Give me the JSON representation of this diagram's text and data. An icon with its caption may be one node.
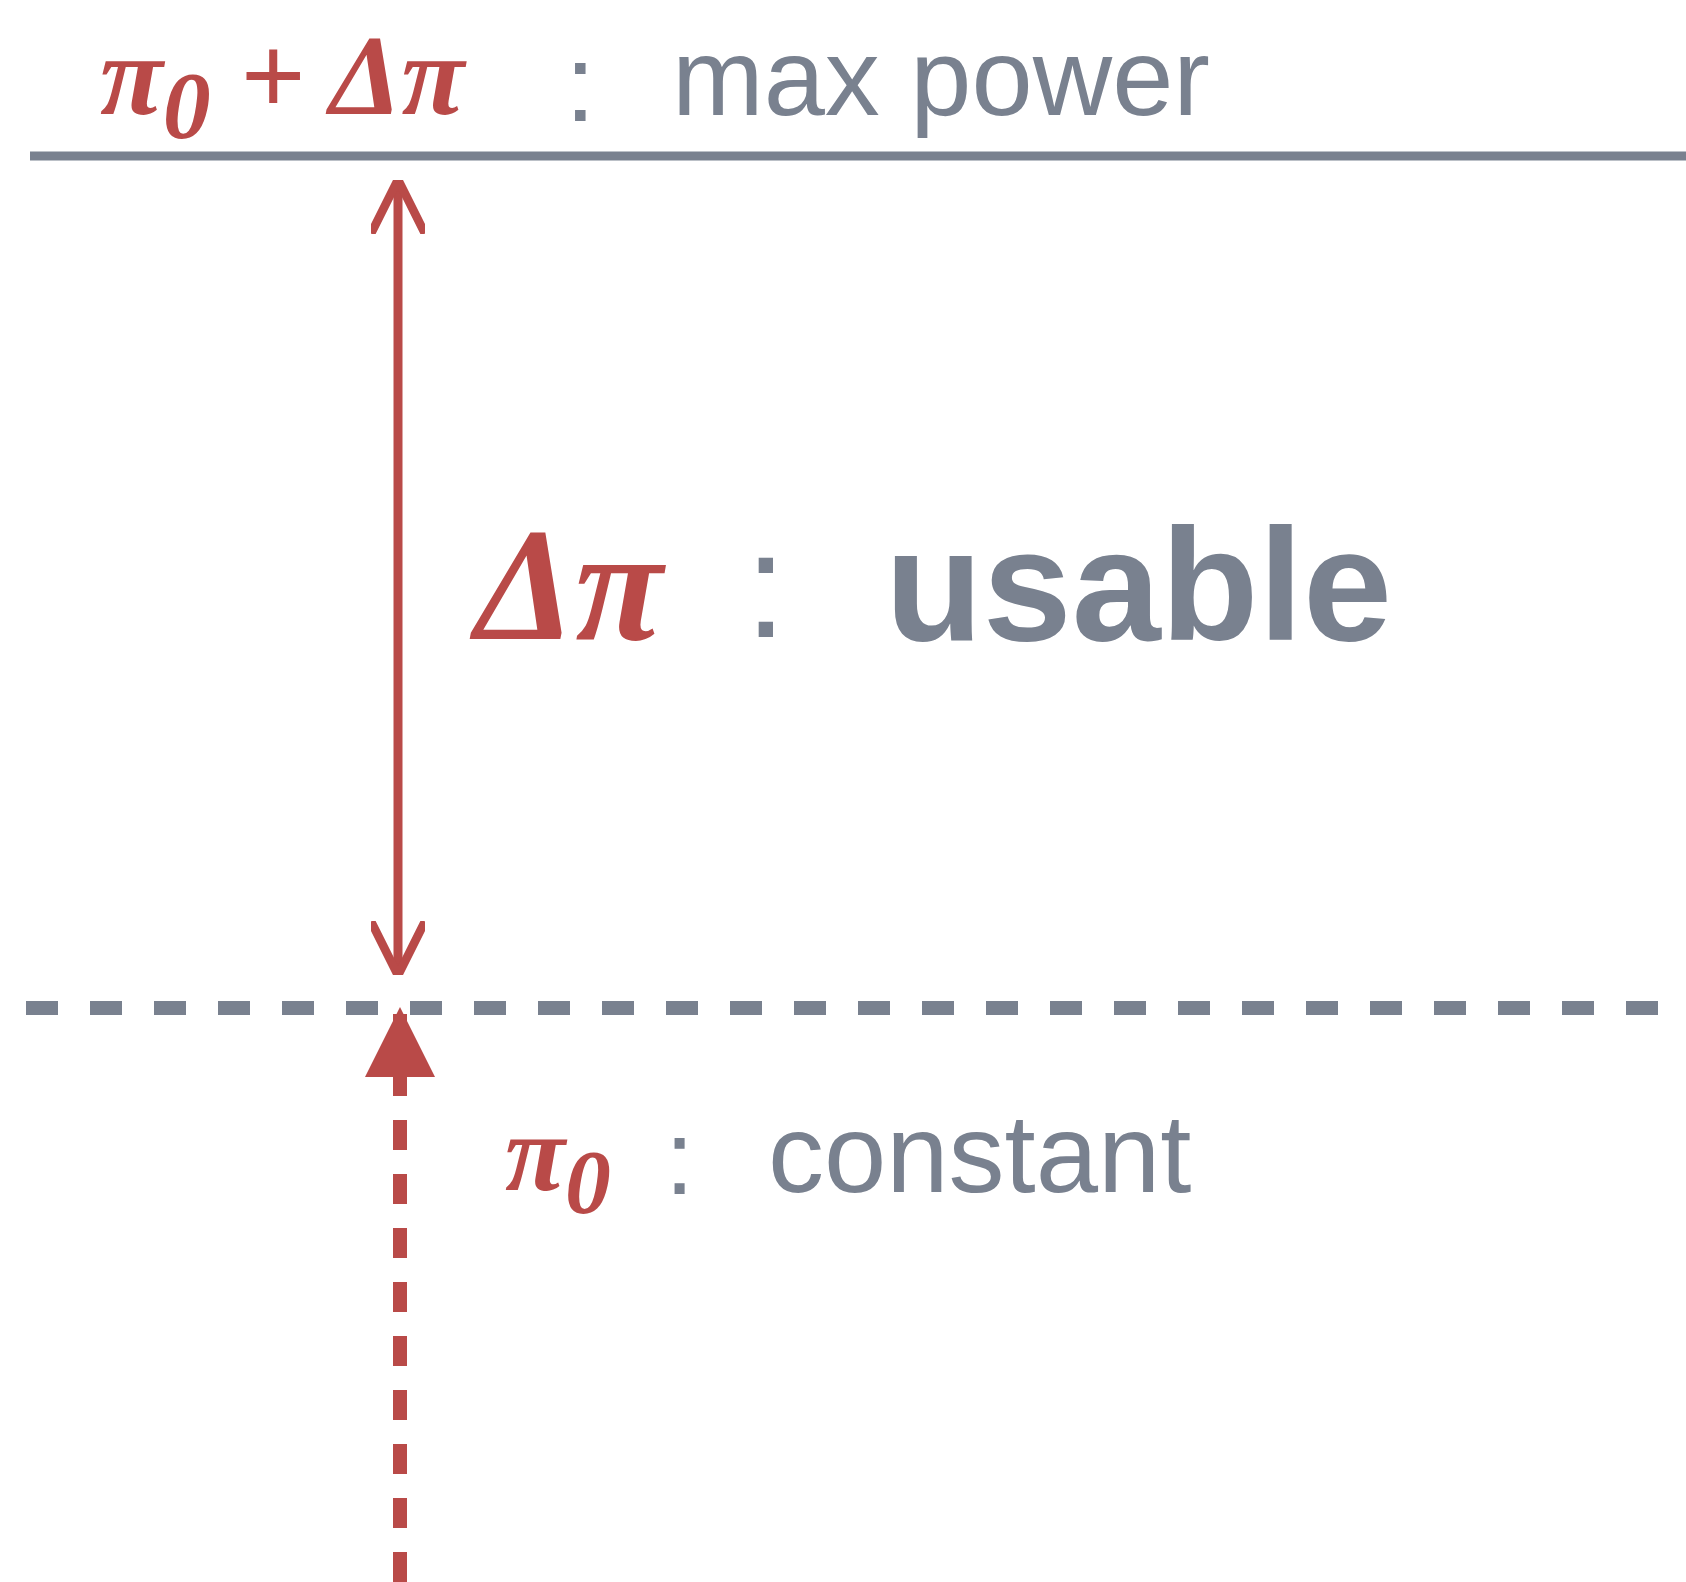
{
  "diagram": {
    "labels": [
      "π$_{0}$ + Δπ",
      ":",
      "max power",
      "Δπ",
      ":",
      "usable",
      "π$_{0}$",
      ":",
      "constant"
    ]
  }
}
